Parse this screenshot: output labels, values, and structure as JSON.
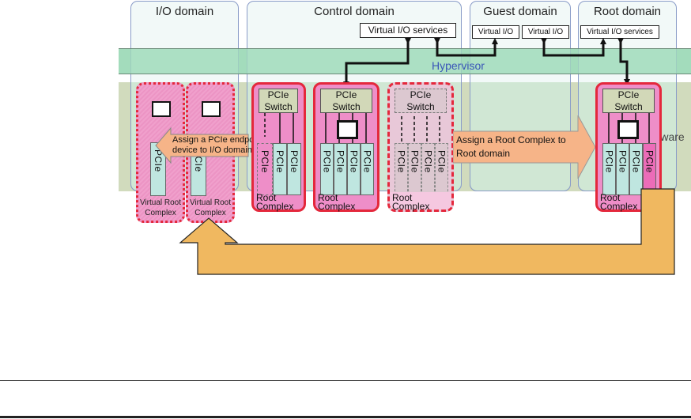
{
  "domains": [
    {
      "id": "io",
      "title": "I/O domain"
    },
    {
      "id": "control",
      "title": "Control domain"
    },
    {
      "id": "guest",
      "title": "Guest domain"
    },
    {
      "id": "root",
      "title": "Root domain"
    }
  ],
  "layers": {
    "hypervisor": "Hypervisor",
    "hardware": "Hardware"
  },
  "services": {
    "control_vio": "Virtual I/O services",
    "guest_vio_1": "Virtual I/O",
    "guest_vio_2": "Virtual I/O",
    "root_vio": "Virtual I/O services"
  },
  "components": {
    "pcie_switch": "PCIe\nSwitch",
    "pcie_switch_line1": "PCIe",
    "pcie_switch_line2": "Switch",
    "pcie": "PCIe",
    "root_complex_line1": "Root",
    "root_complex_line2": "Complex",
    "virtual_root_complex_line1": "Virtual Root",
    "virtual_root_complex_line2": "Complex"
  },
  "callouts": {
    "assign_endpoint_line1": "Assign a PCIe endpoint",
    "assign_endpoint_line2": "device to I/O domain",
    "assign_rc_line1": "Assign a Root Complex to",
    "assign_rc_line2": "Root domain"
  },
  "colors": {
    "root_complex_border": "#e4283c",
    "root_complex_fill": "#ee8ec8",
    "hypervisor_band": "#a3dcbc",
    "hardware_band": "#d1dbbd",
    "pcie_slot": "#bfe6e0",
    "callout_fill": "#f6b488",
    "return_arrow": "#f0b860"
  }
}
